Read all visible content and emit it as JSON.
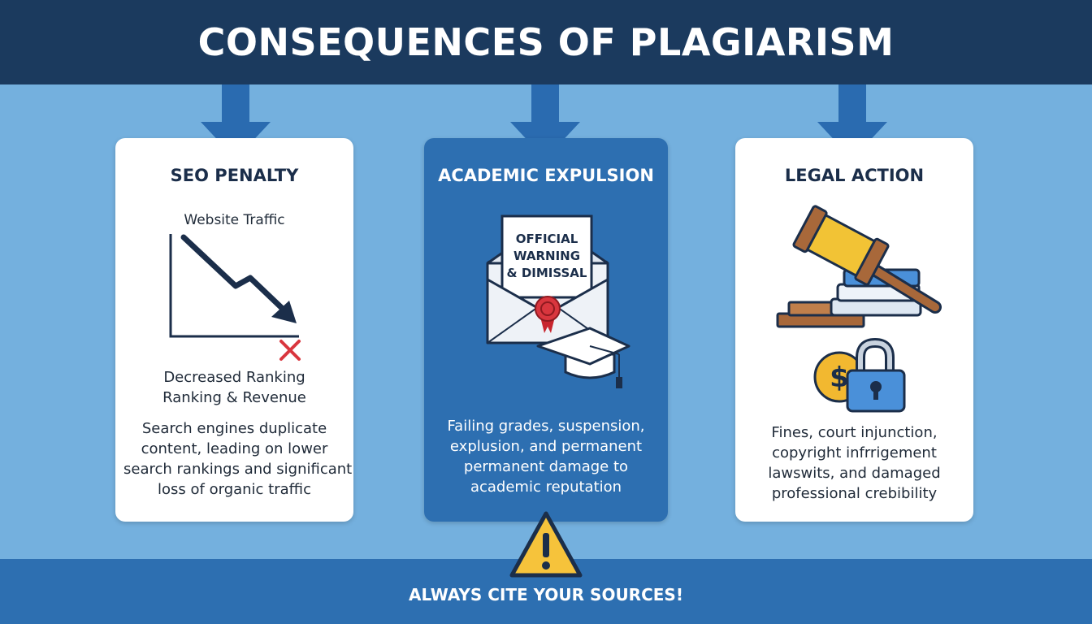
{
  "header": {
    "title": "CONSEQUENCES OF PLAGIARISM"
  },
  "cards": [
    {
      "title": "SEO PENALTY",
      "chart_label": "Website Traffic",
      "subtitle_lines": [
        "Decreased Ranking",
        "Ranking & Revenue"
      ],
      "desc_lines": [
        "Search engines duplicate",
        "content, leading on lower",
        "search rankings and significant",
        "loss of organic traffic"
      ]
    },
    {
      "title": "ACADEMIC EXPULSION",
      "letter_lines": [
        "OFFICIAL",
        "WARNING",
        "& DIMISSAL"
      ],
      "desc_lines": [
        "Failing grades, suspension,",
        "explusion, and permanent",
        "permanent damage to",
        "academic reputation"
      ]
    },
    {
      "title": "LEGAL ACTION",
      "desc_lines": [
        "Fines, court injunction,",
        "copyright infrrigement",
        "lawswits, and damaged",
        "professional crebibility"
      ]
    }
  ],
  "footer": {
    "text": "ALWAYS CITE YOUR SOURCES!"
  },
  "icons": {
    "down-arrow": "down-arrow-icon",
    "chart": "trend-down-chart-icon",
    "x-mark": "x-mark-icon",
    "envelope": "envelope-icon",
    "seal": "wax-seal-icon",
    "cap": "graduation-cap-icon",
    "gavel": "gavel-icon",
    "books": "books-icon",
    "dollar": "dollar-coin-icon",
    "lock": "padlock-icon",
    "warning": "warning-icon"
  },
  "colors": {
    "header_bg": "#1b3a5e",
    "page_bg": "#74b0de",
    "accent_blue": "#2d6fb1",
    "arrow_blue": "#2a6bb0",
    "dark_navy": "#1b2e4a",
    "alert_red": "#d9363e",
    "warning_yellow": "#f6c33b",
    "coin_gold": "#f2b830",
    "lock_blue": "#4a90d9"
  }
}
